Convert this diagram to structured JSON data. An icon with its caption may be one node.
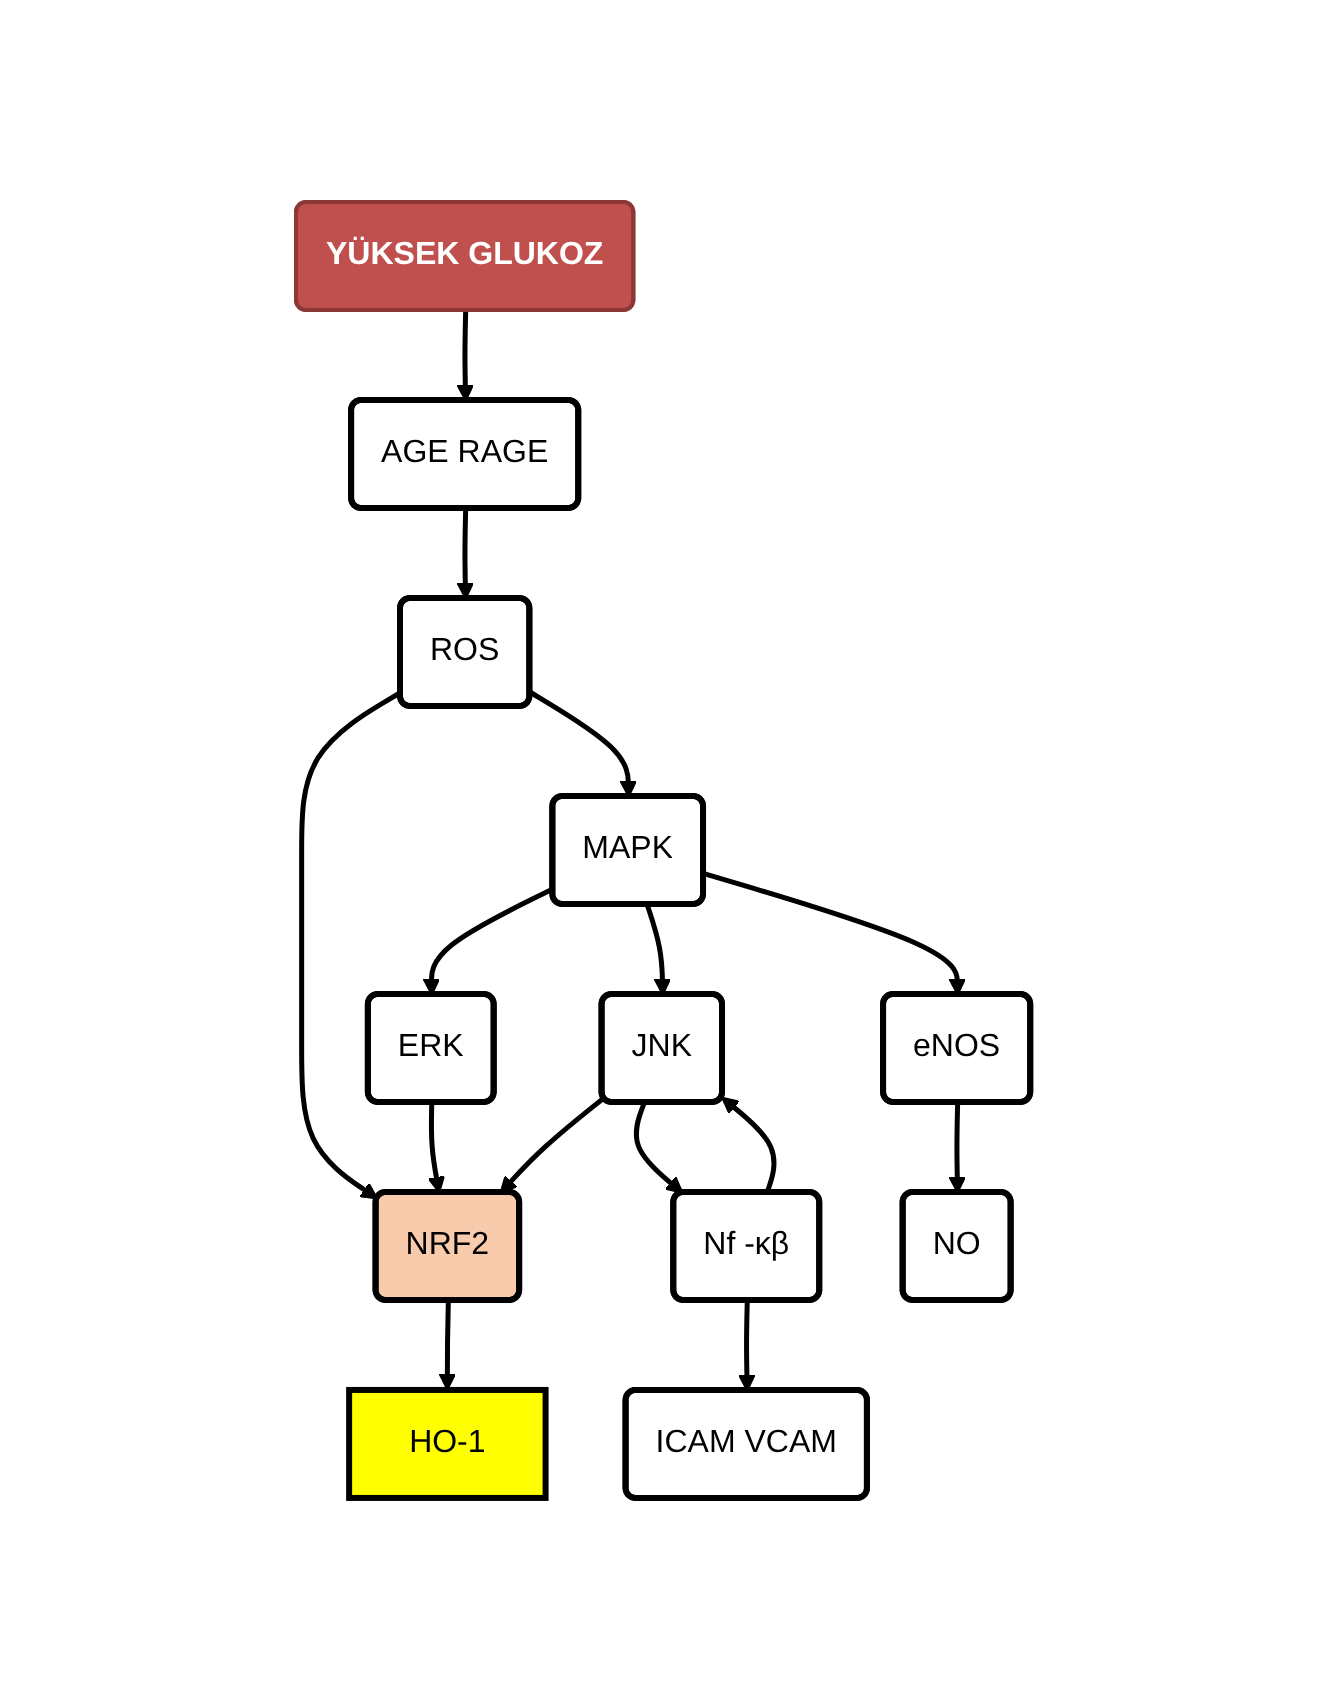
{
  "diagram": {
    "nodes": [
      {
        "text": [
          "YÜKSEK GLUKOZ"
        ]
      },
      {
        "text": [
          "AGE RAGE"
        ]
      },
      {
        "text": [
          "ROS"
        ]
      },
      {
        "text": [
          "MAPK"
        ]
      },
      {
        "text": [
          "JNK"
        ]
      },
      {
        "text": [
          "eNOS"
        ]
      },
      {
        "text": [
          "ERK"
        ]
      },
      {
        "text": [
          "Nf -κβ"
        ]
      },
      {
        "text": [
          "NRF2"
        ]
      },
      {
        "text": [
          "ICAM VCAM"
        ]
      },
      {
        "text": [
          "NO"
        ]
      },
      {
        "text": [
          "HO-1"
        ]
      }
    ],
    "edges": [
      {
        "from": 0,
        "to": 1,
        "arrow": "to"
      },
      {
        "from": 1,
        "to": 2,
        "arrow": "to"
      },
      {
        "from": 2,
        "to": 3,
        "arrow": "to"
      },
      {
        "from": 2,
        "to": 8,
        "arrow": "to"
      },
      {
        "from": 3,
        "to": 4,
        "arrow": "to"
      },
      {
        "from": 3,
        "to": 5,
        "arrow": "to"
      },
      {
        "from": 3,
        "to": 6,
        "arrow": "to"
      },
      {
        "from": 6,
        "to": 8,
        "arrow": "to"
      },
      {
        "from": 4,
        "to": 8,
        "arrow": "to"
      },
      {
        "from": 4,
        "to": 7,
        "arrow": "to"
      },
      {
        "from": 7,
        "to": 4,
        "arrow": "to"
      },
      {
        "from": 7,
        "to": 9,
        "arrow": "to"
      },
      {
        "from": 5,
        "to": 10,
        "arrow": "to"
      },
      {
        "from": 8,
        "to": 11,
        "arrow": "to"
      }
    ]
  }
}
